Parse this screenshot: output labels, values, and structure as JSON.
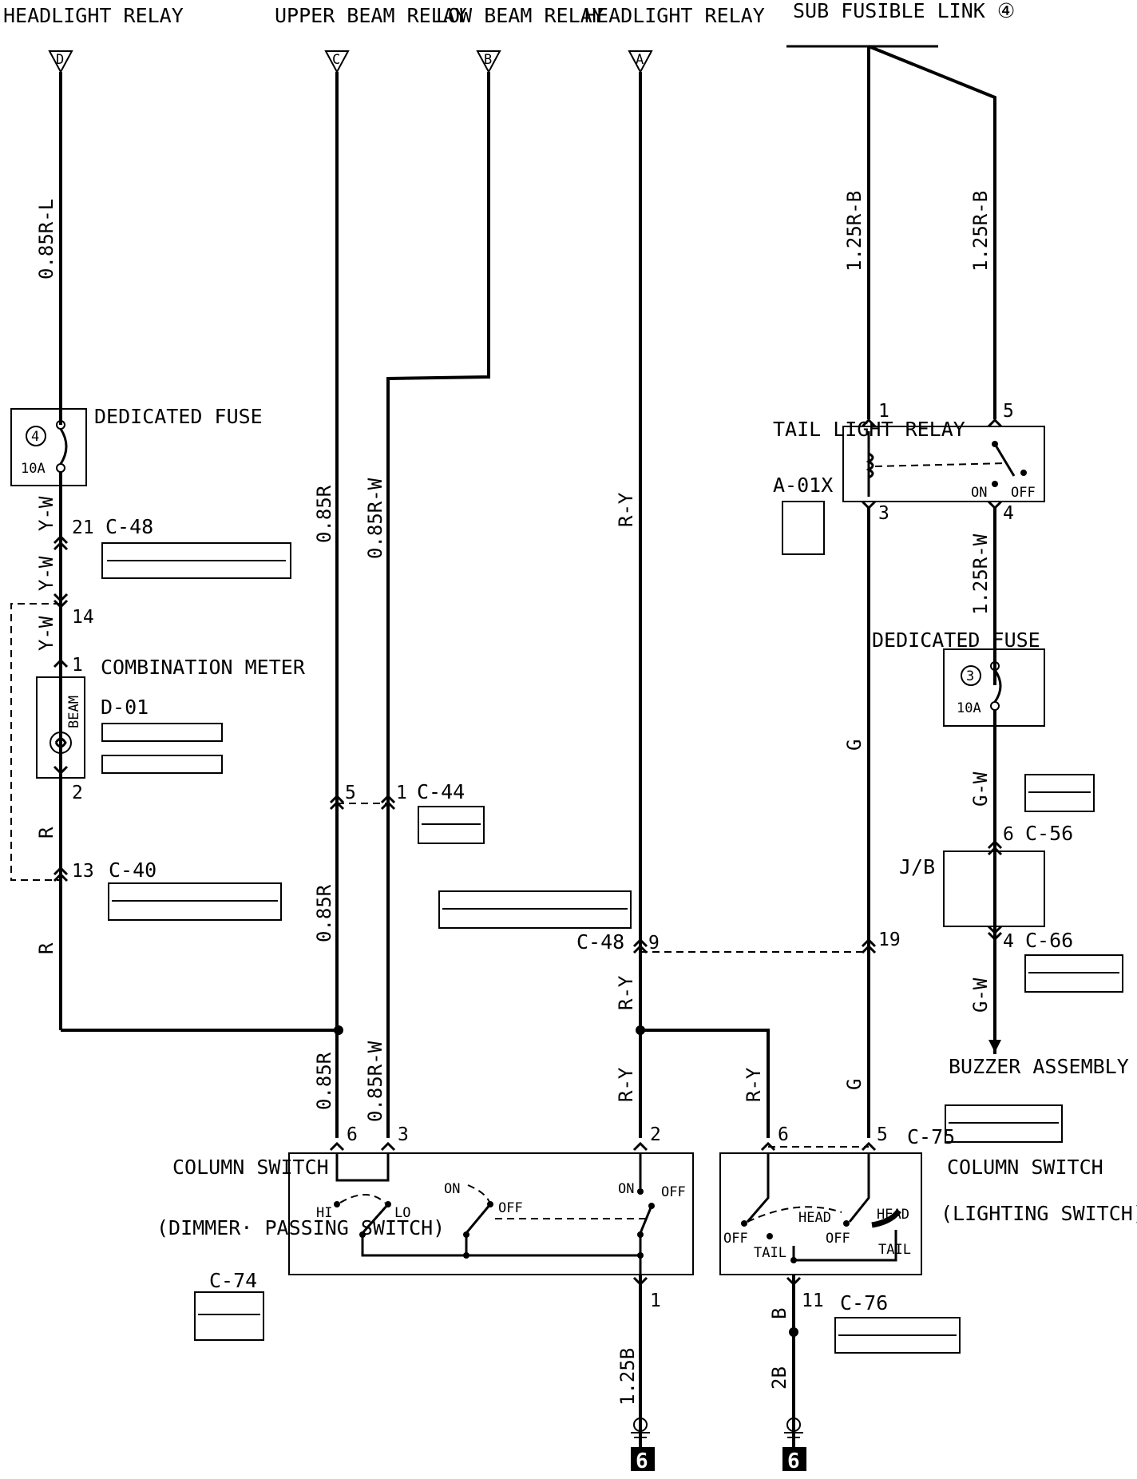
{
  "labels": {
    "headlight_relay_d": "HEADLIGHT RELAY",
    "terminal_d": "D",
    "upper_beam_relay": "UPPER BEAM RELAY",
    "terminal_c": "C",
    "low_beam_relay": "LOW BEAM RELAY",
    "terminal_b": "B",
    "headlight_relay_a": "HEADLIGHT RELAY",
    "terminal_a": "A",
    "sub_fusible_link": "SUB FUSIBLE LINK ④",
    "dedicated_fuse_4": "DEDICATED FUSE",
    "fuse_4_num": "4",
    "fuse_4_amp": "10A",
    "combination_meter": "COMBINATION METER",
    "combination_meter_id": "D-01",
    "beam": "BEAM",
    "tail_light_relay": "TAIL LIGHT RELAY",
    "tail_light_relay_id": "A-01X",
    "dedicated_fuse_3": "DEDICATED FUSE",
    "fuse_3_num": "3",
    "fuse_3_amp": "10A",
    "jb": "J/B",
    "buzzer_assembly": "BUZZER ASSEMBLY",
    "column_switch_left": "COLUMN SWITCH",
    "dimmer_passing_switch": "(DIMMER· PASSING SWITCH)",
    "column_switch_right": "COLUMN SWITCH",
    "lighting_switch": "(LIGHTING SWITCH)",
    "hi": "HI",
    "lo": "LO",
    "on": "ON",
    "off": "OFF",
    "head": "HEAD",
    "tail": "TAIL",
    "ground_num": "6"
  },
  "wire_colors": {
    "w1": "0.85R-L",
    "w2": "Y-W",
    "w3": "R",
    "w4": "0.85R",
    "w5": "0.85R-W",
    "w6": "R-Y",
    "w7": "1.25R-B",
    "w8": "1.25R-W",
    "w9": "G",
    "w10": "G-W",
    "w11": "1.25B",
    "w12": "B",
    "w13": "2B"
  },
  "connectors": {
    "c48": "C-48",
    "c40": "C-40",
    "c44": "C-44",
    "c56": "C-56",
    "c66": "C-66",
    "c74": "C-74",
    "c75": "C-75",
    "c76": "C-76"
  },
  "pins": {
    "p21": "21",
    "p14": "14",
    "p1": "1",
    "p2": "2",
    "p13": "13",
    "p5": "5",
    "p3": "3",
    "p4": "4",
    "p6": "6",
    "p9": "9",
    "p19": "19",
    "p11": "11"
  }
}
